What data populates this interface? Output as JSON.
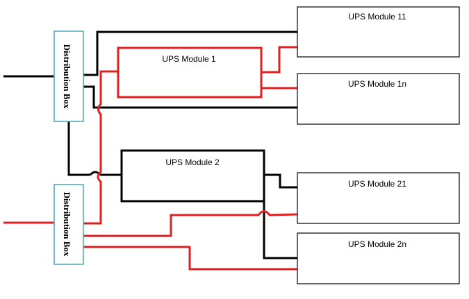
{
  "diagram": {
    "distribution_boxes": [
      {
        "id": "db1",
        "label": "Distribution Box"
      },
      {
        "id": "db2",
        "label": "Distribution Box"
      }
    ],
    "modules": [
      {
        "id": "m11",
        "label": "UPS Module 11"
      },
      {
        "id": "m1",
        "label": "UPS Module 1"
      },
      {
        "id": "m1n",
        "label": "UPS Module 1n"
      },
      {
        "id": "m2",
        "label": "UPS Module 2"
      },
      {
        "id": "m21",
        "label": "UPS Module 21"
      },
      {
        "id": "m2n",
        "label": "UPS Module 2n"
      }
    ],
    "colors": {
      "path_a": "#000000",
      "path_b": "#e02020",
      "box_border": "#4aa3b8",
      "module_border": "#000000"
    }
  }
}
